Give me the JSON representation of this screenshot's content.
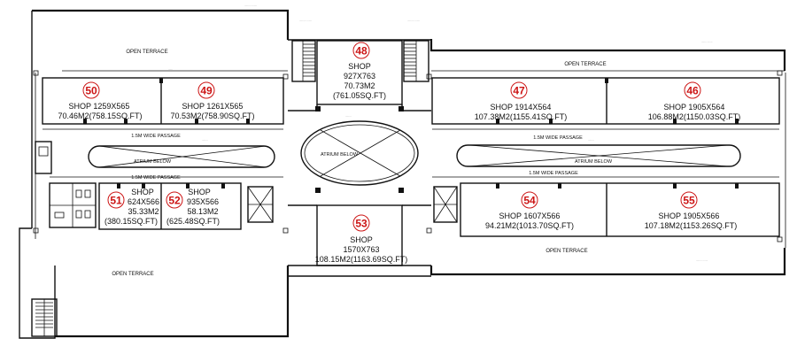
{
  "labels": {
    "open_terrace": "OPEN TERRACE",
    "passage": "1.5M WIDE PASSAGE",
    "atrium": "ATRIUM BELOW"
  },
  "shops": [
    {
      "num": "50",
      "line1": "SHOP  1259X565",
      "line2": "70.46M2(758.15SQ.FT)"
    },
    {
      "num": "49",
      "line1": "SHOP  1261X565",
      "line2": "70.53M2(758.90SQ.FT)"
    },
    {
      "num": "48",
      "line1": "SHOP",
      "line2": "927X763",
      "line3": "70.73M2",
      "line4": "(761.05SQ.FT)"
    },
    {
      "num": "47",
      "line1": "SHOP  1914X564",
      "line2": "107.38M2(1155.41SQ.FT)"
    },
    {
      "num": "46",
      "line1": "SHOP  1905X564",
      "line2": "106.88M2(1150.03SQ.FT)"
    },
    {
      "num": "51",
      "line1": "SHOP",
      "line2": "624X566",
      "line3": "35.33M2",
      "line4": "(380.15SQ.FT)"
    },
    {
      "num": "52",
      "line1": "SHOP",
      "line2": "935X566",
      "line3": "58.13M2",
      "line4": "(625.48SQ.FT)"
    },
    {
      "num": "53",
      "line1": "SHOP",
      "line2": "1570X763",
      "line3": "108.15M2(1163.69SQ.FT)"
    },
    {
      "num": "54",
      "line1": "SHOP  1607X566",
      "line2": "94.21M2(1013.70SQ.FT)"
    },
    {
      "num": "55",
      "line1": "SHOP  1905X566",
      "line2": "107.18M2(1153.26SQ.FT)"
    }
  ],
  "colors": {
    "marker": "#cc1414",
    "line": "#111111"
  }
}
